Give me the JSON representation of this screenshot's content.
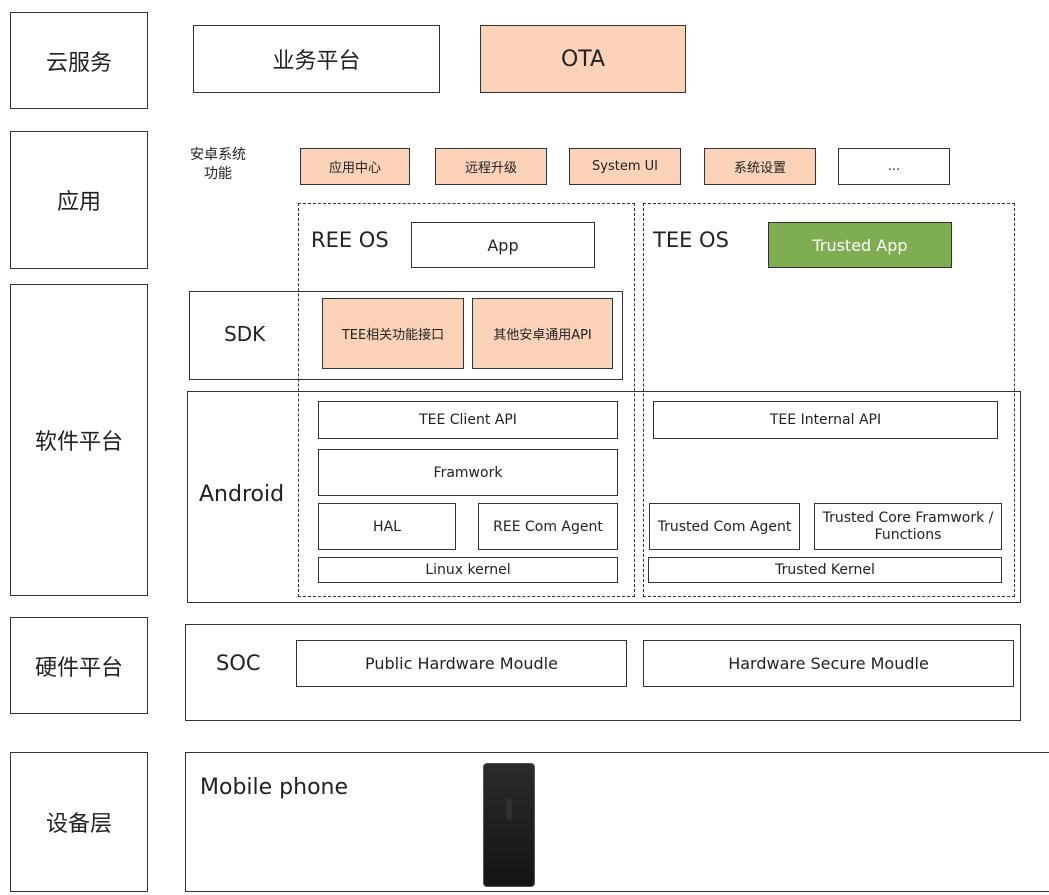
{
  "layers": {
    "cloud": "云服务",
    "app": "应用",
    "software": "软件平台",
    "hardware": "硬件平台",
    "device": "设备层"
  },
  "cloud": {
    "business_platform": "业务平台",
    "ota": "OTA"
  },
  "android_apps": {
    "label": "安卓系统\n功能",
    "items": [
      "应用中心",
      "远程升级",
      "System UI",
      "系统设置",
      "..."
    ]
  },
  "ree": {
    "title": "REE OS",
    "app": "App",
    "sdk_title": "SDK",
    "sdk_items": [
      "TEE相关功能接口",
      "其他安卓通用API"
    ],
    "android_title": "Android",
    "client_api": "TEE Client API",
    "framework": "Framwork",
    "hal": "HAL",
    "com_agent": "REE Com Agent",
    "kernel": "Linux kernel"
  },
  "tee": {
    "title": "TEE OS",
    "trusted_app": "Trusted App",
    "internal_api": "TEE Internal API",
    "com_agent": "Trusted Com Agent",
    "core": "Trusted Core Framwork /\nFunctions",
    "kernel": "Trusted Kernel"
  },
  "hardware": {
    "soc": "SOC",
    "public": "Public Hardware Moudle",
    "secure": "Hardware Secure Moudle"
  },
  "device": {
    "title": "Mobile phone"
  },
  "colors": {
    "peach": "#f9d2b7",
    "green": "#7fad52",
    "border": "#333333"
  }
}
